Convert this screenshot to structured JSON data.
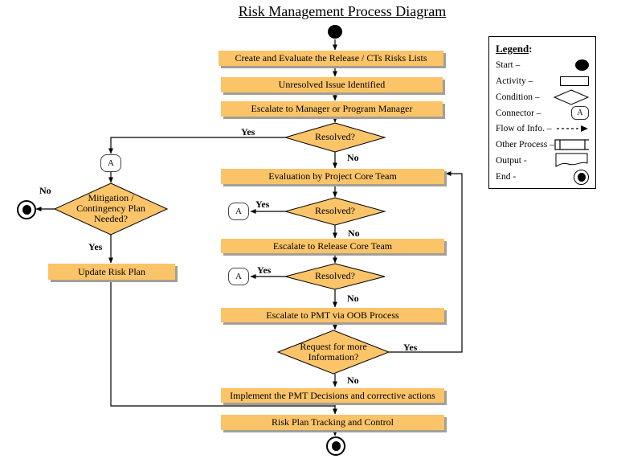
{
  "title": "Risk Management Process Diagram",
  "colors": {
    "node_fill": "#FBC468",
    "node_shadow": "#A39F97",
    "line_color": "#000000"
  },
  "labels": {
    "yes": "Yes",
    "no": "No",
    "connector": "A"
  },
  "activities": {
    "create_evaluate": "Create and Evaluate the Release / CTs Risks Lists",
    "unresolved": "Unresolved Issue Identified",
    "escalate_manager": "Escalate to Manager or Program Manager",
    "evaluation_core_team": "Evaluation by Project Core Team",
    "escalate_release": "Escalate to Release Core Team",
    "escalate_pmt": "Escalate to PMT via OOB Process",
    "implement_decisions": "Implement the PMT Decisions and corrective actions",
    "risk_tracking": "Risk Plan Tracking and Control",
    "update_risk_plan": "Update Risk Plan"
  },
  "decisions": {
    "resolved": "Resolved?",
    "mitigation_lines": [
      "Mitigation /",
      "Contingency Plan",
      "Needed?"
    ],
    "request_lines": [
      "Request for more",
      "Information?"
    ]
  },
  "legend": {
    "title": "Legend",
    "colon": ":",
    "items": [
      {
        "label": "Start –"
      },
      {
        "label": "Activity –"
      },
      {
        "label": "Condition –"
      },
      {
        "label": "Connector –"
      },
      {
        "label": "Flow of Info. –"
      },
      {
        "label": "Other Process –"
      },
      {
        "label": "Output -"
      },
      {
        "label": "End -"
      }
    ]
  }
}
